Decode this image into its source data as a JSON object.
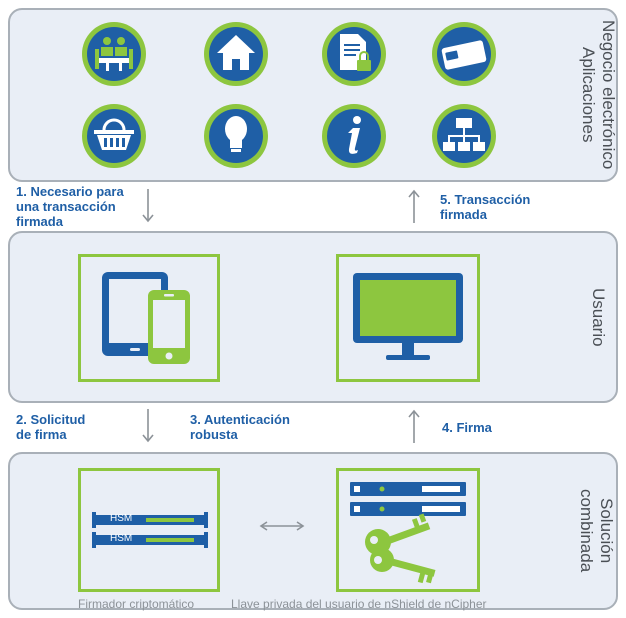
{
  "panels": {
    "top_label": "Negocio electrónico\nAplicaciones",
    "middle_label": "Usuario",
    "bottom_label": "Solución\ncombinada"
  },
  "steps": {
    "s1": "1. Necesario para\nuna transacción\nfirmada",
    "s2": "2. Solicitud\nde firma",
    "s3": "3. Autenticación\nrobusta",
    "s4": "4. Firma",
    "s5": "5. Transacción\nfirmada"
  },
  "hsm": {
    "label": "HSM"
  },
  "captions": {
    "left": "Firmador criptomático",
    "right": "Llave privada del usuario de nShield de nCipher"
  },
  "icons": [
    "meeting-icon",
    "home-icon",
    "secure-document-icon",
    "credit-card-icon",
    "shopping-basket-icon",
    "light-bulb-icon",
    "information-icon",
    "network-icon"
  ],
  "colors": {
    "primary_blue": "#1f5fa6",
    "accent_green": "#8dc63f",
    "panel_bg": "#e9eef6",
    "panel_border": "#a9b0b8"
  }
}
